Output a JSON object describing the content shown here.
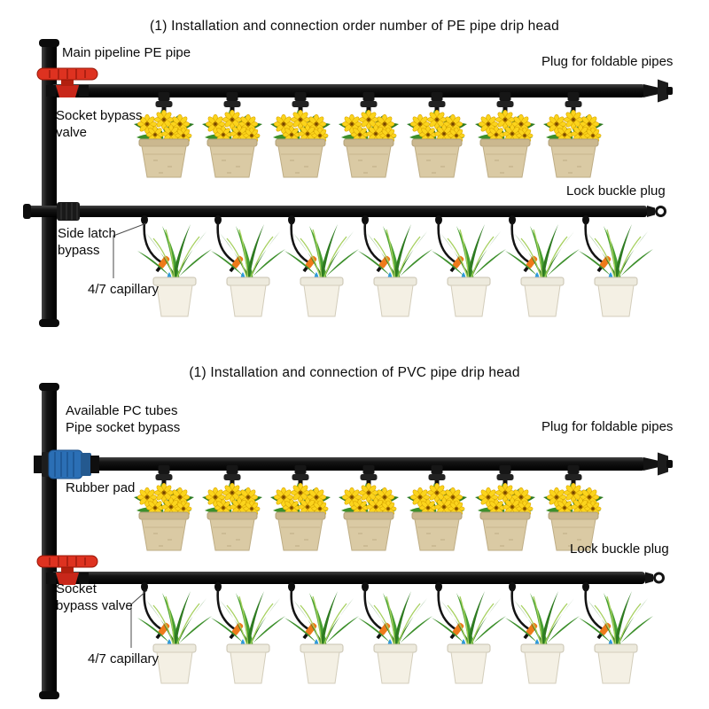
{
  "page": {
    "background": "#ffffff"
  },
  "sections": [
    {
      "id": "pe",
      "title": "(1)  Installation and connection order number of PE pipe drip head",
      "labels": {
        "main_pipeline": "Main pipeline PE pipe",
        "plug_foldable": "Plug for foldable pipes",
        "socket_bypass_valve": "Socket bypass\nvalve",
        "lock_buckle_plug": "Lock buckle plug",
        "side_latch_bypass": "Side latch\nbypass",
        "capillary": "4/7 capillary"
      },
      "flower_pot_count": 7,
      "plant_pot_count": 7
    },
    {
      "id": "pvc",
      "title": "(1)  Installation and connection of PVC pipe drip head",
      "labels": {
        "available_pc_tubes": "Available PC tubes\nPipe socket bypass",
        "plug_foldable": "Plug for foldable pipes",
        "rubber_pad": "Rubber pad",
        "lock_buckle_plug": "Lock buckle plug",
        "socket_bypass_valve": "Socket\nbypass valve",
        "capillary": "4/7 capillary"
      },
      "flower_pot_count": 7,
      "plant_pot_count": 7
    }
  ],
  "icons": {
    "red_valve": "socket-bypass-valve-icon",
    "blue_fitting": "pipe-socket-bypass-icon",
    "end_plug": "foldable-pipe-plug-icon",
    "lock_buckle": "lock-buckle-plug-icon",
    "dripper": "drip-emitter-icon",
    "water_drop": "water-drop-icon"
  },
  "colors": {
    "pipe_black": "#121212",
    "valve_red": "#de3220",
    "fitting_blue": "#2b6fb5",
    "flower_yellow": "#fbd41c",
    "flower_center": "#9a6700",
    "leaf_green": "#2e7b21",
    "leaf_light": "#47a032",
    "pot_tan": "#dacaa4",
    "planter_white": "#f4f0e4",
    "dripper_orange": "#ee7a1a",
    "water_blue": "#2e9be6"
  }
}
